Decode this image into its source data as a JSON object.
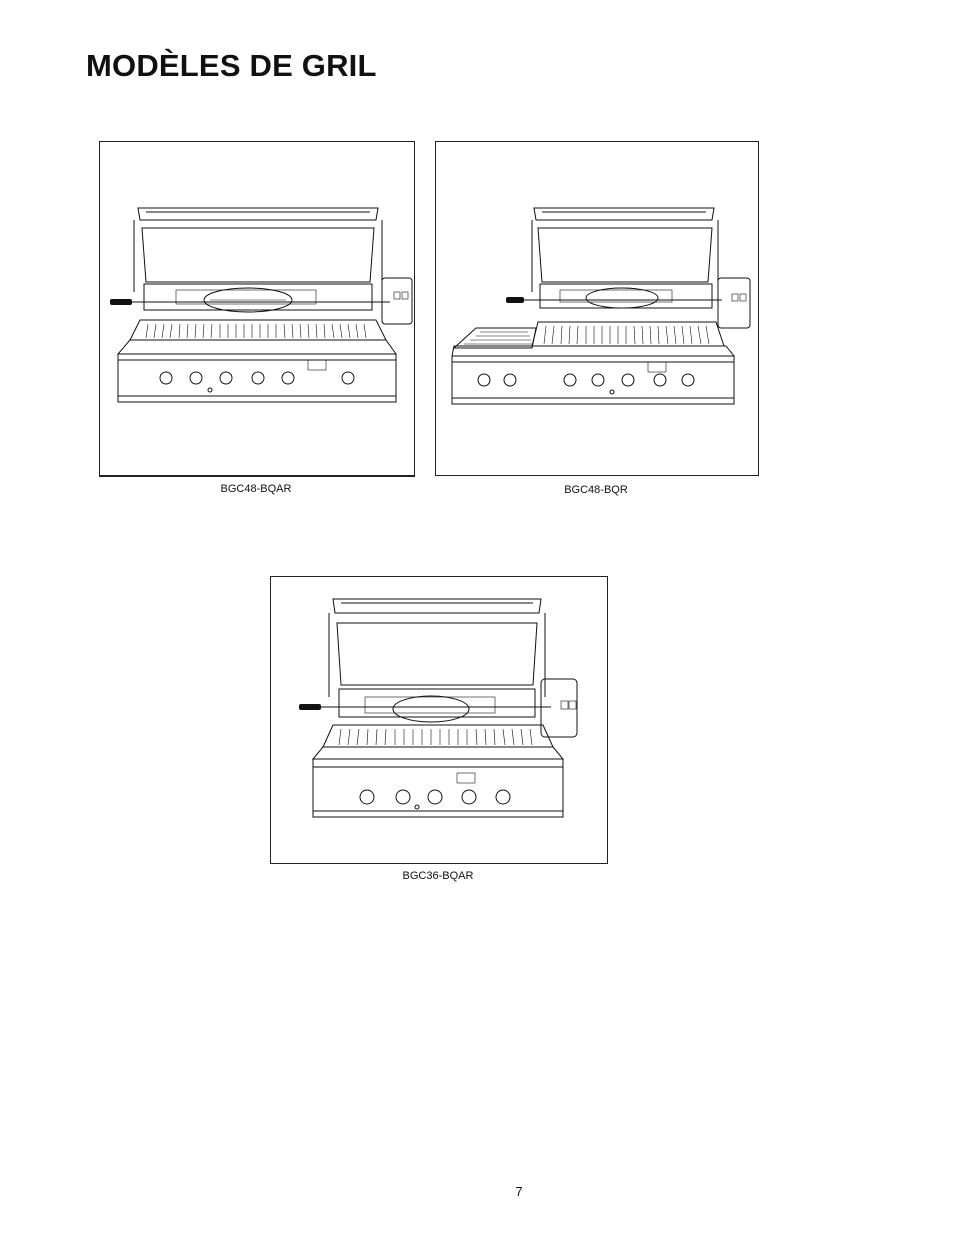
{
  "page": {
    "title": "MODÈLES DE GRIL",
    "page_number": "7"
  },
  "figures": [
    {
      "caption": "BGC48-BQAR",
      "icon": "grill-48-rotisserie-illustration"
    },
    {
      "caption": "BGC48-BQR",
      "icon": "grill-48-side-burner-rotisserie-illustration"
    },
    {
      "caption": "BGC36-BQAR",
      "icon": "grill-36-rotisserie-illustration"
    }
  ]
}
